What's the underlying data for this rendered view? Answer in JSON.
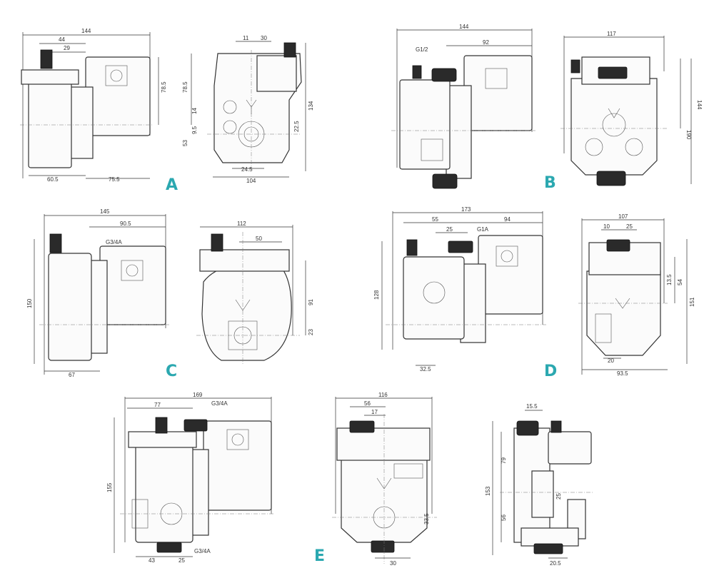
{
  "labels": {
    "A": "A",
    "B": "B",
    "C": "C",
    "D": "D",
    "E": "E"
  },
  "colors": {
    "label": "#2ba8b0",
    "line": "#333333"
  },
  "A": {
    "side": {
      "w144": "144",
      "d44": "44",
      "d29": "29",
      "h785": "78.5",
      "d605": "60.5",
      "d755": "75.5"
    },
    "front": {
      "d11": "11",
      "d30": "30",
      "h785": "78.5",
      "h134": "134",
      "d14": "14",
      "d95": "9.5",
      "d53": "53",
      "d225": "22.5",
      "d245": "24.5",
      "w104": "104"
    }
  },
  "B": {
    "side": {
      "w144": "144",
      "d92": "92",
      "note": "G1/2"
    },
    "front": {
      "w117": "117",
      "h190": "190",
      "h144": "144"
    }
  },
  "C": {
    "side": {
      "w145": "145",
      "d905": "90.5",
      "note": "G3/4A",
      "h150": "150",
      "d67": "67"
    },
    "front": {
      "w112": "112",
      "d50": "50",
      "d91": "91",
      "d23": "23"
    }
  },
  "D": {
    "side": {
      "w173": "173",
      "d55": "55",
      "d94": "94",
      "d25": "25",
      "note": "G1A",
      "h128": "128",
      "d325": "32.5"
    },
    "front": {
      "w107": "107",
      "d10": "10",
      "d25": "25",
      "d135": "13.5",
      "d54": "54",
      "h151": "151",
      "d20": "20",
      "d935": "93.5"
    }
  },
  "E": {
    "side": {
      "w169": "169",
      "d77": "77",
      "note": "G3/4A",
      "h155": "155",
      "d43": "43",
      "d25": "25",
      "note2": "G3/4A"
    },
    "front": {
      "w116": "116",
      "d56": "56",
      "d17": "17",
      "d335": "33.5",
      "d30": "30"
    },
    "right": {
      "d155": "15.5",
      "h153": "153",
      "d79": "79",
      "d56": "56",
      "d25": "25",
      "d205": "20.5"
    }
  }
}
